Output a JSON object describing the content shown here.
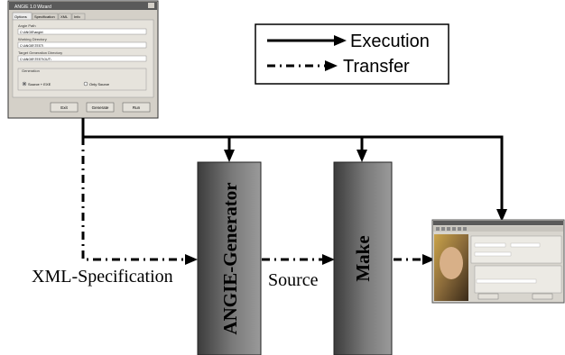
{
  "legend": {
    "execution_label": "Execution",
    "transfer_label": "Transfer"
  },
  "blocks": {
    "generator_label": "ANGIE-Generator",
    "make_label": "Make"
  },
  "edge_labels": {
    "xml_spec": "XML-Specification",
    "source": "Source"
  },
  "dialog": {
    "title": "ANGIE 1.0 Wizard",
    "tabs": [
      "Options",
      "Specification",
      "XML",
      "Info"
    ],
    "fields": [
      {
        "label": "Angie Path",
        "value": "C:\\ANGIE\\angie\\"
      },
      {
        "label": "Working Directory",
        "value": "C:\\ANGIE\\TEST\\"
      },
      {
        "label": "Target Generation Directory",
        "value": "C:\\ANGIE\\TEST\\OUT\\"
      }
    ],
    "group_label": "Generation",
    "radio_options": [
      "Source + EXE",
      "Only Source"
    ],
    "buttons": [
      "Exit",
      "Generate",
      "Run"
    ]
  },
  "colors": {
    "block_dark": "#454545",
    "block_light": "#8a8a8a",
    "arrow": "#000000",
    "dialog_bg": "#d4d0c8",
    "title_bar": "#5a5a5a"
  }
}
